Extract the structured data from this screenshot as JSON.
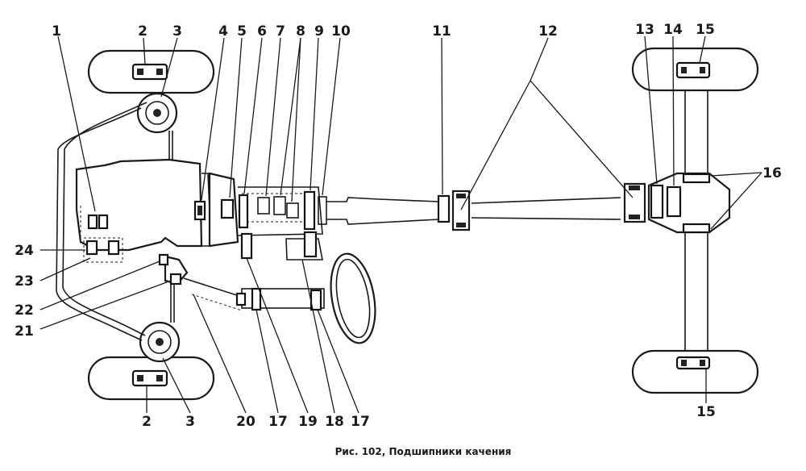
{
  "figure": {
    "caption": "Рис. 102, Подшипники качения"
  },
  "labels": [
    {
      "id": "l1",
      "text": "1"
    },
    {
      "id": "l2a",
      "text": "2"
    },
    {
      "id": "l3a",
      "text": "3"
    },
    {
      "id": "l4",
      "text": "4"
    },
    {
      "id": "l5",
      "text": "5"
    },
    {
      "id": "l6",
      "text": "6"
    },
    {
      "id": "l7",
      "text": "7"
    },
    {
      "id": "l8",
      "text": "8"
    },
    {
      "id": "l9",
      "text": "9"
    },
    {
      "id": "l10",
      "text": "10"
    },
    {
      "id": "l11",
      "text": "11"
    },
    {
      "id": "l12",
      "text": "12"
    },
    {
      "id": "l13",
      "text": "13"
    },
    {
      "id": "l14",
      "text": "14"
    },
    {
      "id": "l15a",
      "text": "15"
    },
    {
      "id": "l16",
      "text": "16"
    },
    {
      "id": "l24",
      "text": "24"
    },
    {
      "id": "l23",
      "text": "23"
    },
    {
      "id": "l22",
      "text": "22"
    },
    {
      "id": "l21",
      "text": "21"
    },
    {
      "id": "l2b",
      "text": "2"
    },
    {
      "id": "l3b",
      "text": "3"
    },
    {
      "id": "l20",
      "text": "20"
    },
    {
      "id": "l17a",
      "text": "17"
    },
    {
      "id": "l19",
      "text": "19"
    },
    {
      "id": "l18",
      "text": "18"
    },
    {
      "id": "l17b",
      "text": "17"
    },
    {
      "id": "l15b",
      "text": "15"
    }
  ]
}
